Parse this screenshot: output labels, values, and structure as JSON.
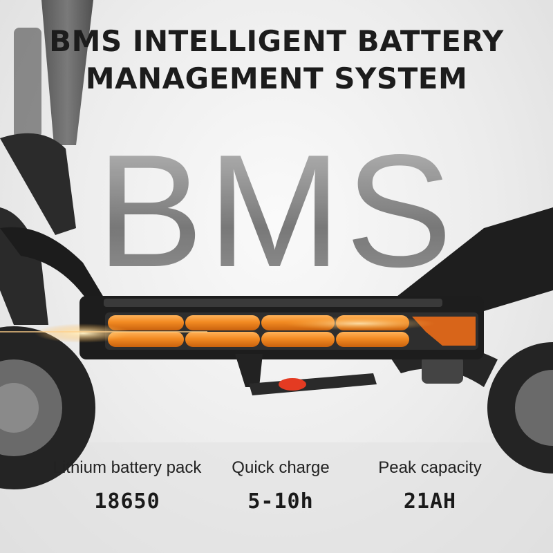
{
  "headline": {
    "line1": "BMS INTELLIGENT BATTERY",
    "line2": "MANAGEMENT SYSTEM"
  },
  "big_word": "BMS",
  "specs": [
    {
      "label": "Lithium battery pack",
      "value": "18650"
    },
    {
      "label": "Quick charge",
      "value": "5-10h"
    },
    {
      "label": "Peak capacity",
      "value": "21AH"
    }
  ],
  "colors": {
    "battery_cell": "#f08a24",
    "battery_highlight": "#ffd08a",
    "scooter_body": "#1d1d1d",
    "kickstand_button": "#e43b22"
  }
}
